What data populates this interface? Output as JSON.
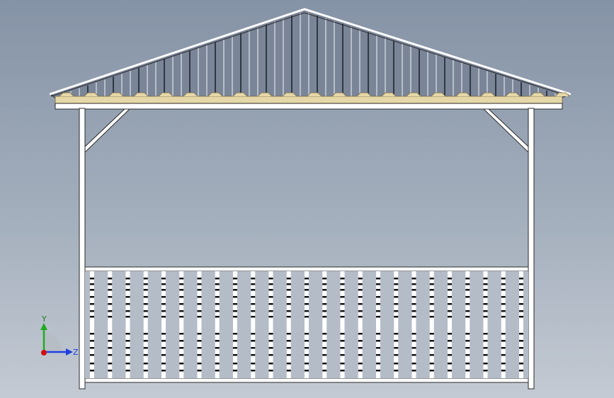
{
  "viewport": {
    "background_top": "#8593a6",
    "background_bottom": "#c4cad3"
  },
  "model": {
    "roof_insulation_color": "#e6d7a8",
    "roof_sheet_color": "#6e7a8d",
    "frame_color": "#ffffff",
    "outline_color": "#2a2a2a",
    "railing_baluster_count": 25,
    "baluster_gap_color": "#111111"
  },
  "triad": {
    "y_label": "Y",
    "z_label": "Z",
    "y_color": "#22aa22",
    "z_color": "#1f3fe0",
    "origin_color": "#d01010",
    "icon": "coordinate-triad-icon"
  }
}
